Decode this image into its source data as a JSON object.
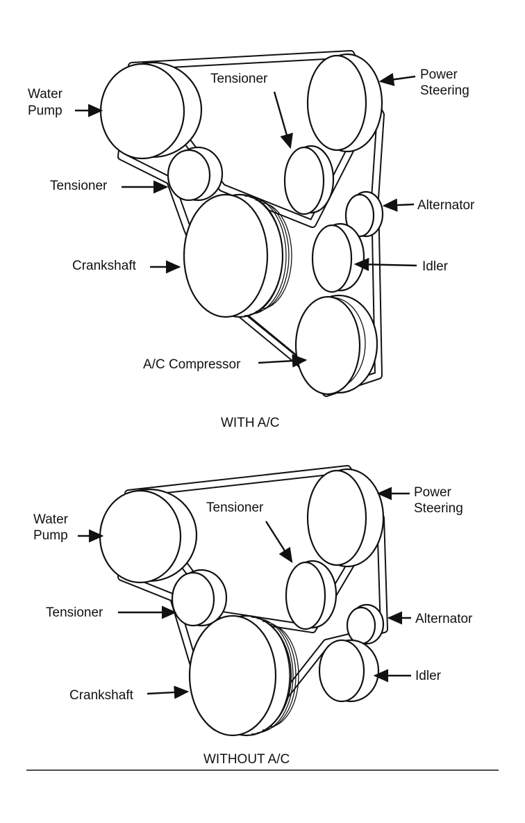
{
  "diagrams": [
    {
      "caption": "WITH A/C",
      "labels": {
        "water_pump_1": "Water",
        "water_pump_2": "Pump",
        "tensioner_left": "Tensioner",
        "tensioner_top": "Tensioner",
        "power_steering_1": "Power",
        "power_steering_2": "Steering",
        "alternator": "Alternator",
        "idler": "Idler",
        "crankshaft": "Crankshaft",
        "ac_compressor": "A/C Compressor"
      }
    },
    {
      "caption": "WITHOUT A/C",
      "labels": {
        "water_pump_1": "Water",
        "water_pump_2": "Pump",
        "tensioner_left": "Tensioner",
        "tensioner_top": "Tensioner",
        "power_steering_1": "Power",
        "power_steering_2": "Steering",
        "alternator": "Alternator",
        "idler": "Idler",
        "crankshaft": "Crankshaft"
      }
    }
  ]
}
